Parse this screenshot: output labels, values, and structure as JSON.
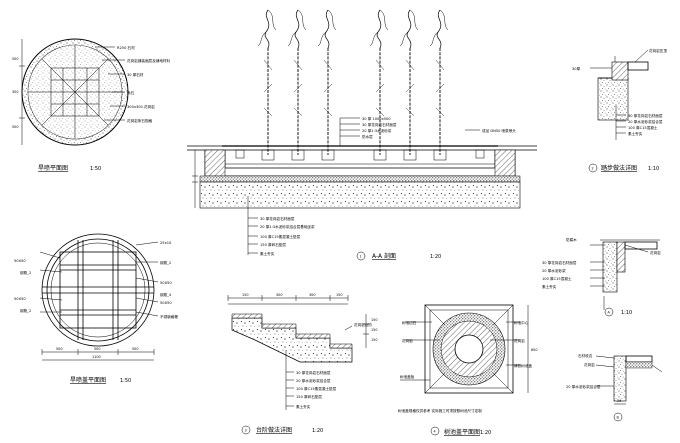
{
  "drawings": {
    "plan_tree_pool": {
      "title": "旱喷平面图",
      "scale": "1:50",
      "dims": [
        "500",
        "300",
        "500"
      ],
      "notes": [
        "R250 石材",
        "花岗岩铺装面层及铺地材料",
        "30 厚石材",
        "砾石",
        "300x300 花岗岩",
        "花岗岩条石规格"
      ]
    },
    "plan_grate": {
      "title": "旱喷盖平面图",
      "scale": "1:50",
      "dims": [
        "500",
        "500",
        "500",
        "1100"
      ],
      "notes_left": [
        "50X50",
        "钢筋_2",
        "50X50",
        "钢筋_2"
      ],
      "notes_right": [
        "25x10",
        "钢筋_2",
        "50X50",
        "钢筋_4",
        "50X50",
        "不锈钢格栅"
      ]
    },
    "section_aa": {
      "marker": "1",
      "title": "A-A 剖面",
      "scale": "1:20",
      "notes_top": [
        "30 厚 1000x500",
        "30 厚花岗岩石材面层",
        "20 厚1:3水泥砂浆",
        "防水层"
      ],
      "note_pipe": "成品 DN50 喷泉喷头",
      "notes_bottom": [
        "30 厚花岗岩石材面层",
        "20 厚1:3水泥砂浆结合层基础坐浆",
        "100 厚C15素混凝土垫层",
        "150 厚碎石垫层",
        "素土夯实"
      ]
    },
    "detail_edge": {
      "marker": "2",
      "title": "踏步做法详图",
      "scale": "1:10",
      "notes": [
        "花岗岩压顶",
        "30厚",
        "30 厚花岗岩石材面层",
        "20 厚水泥砂浆结合层",
        "100 厚C15混凝土",
        "素土夯实"
      ]
    },
    "detail_step": {
      "marker": "3",
      "title": "台阶做法详图",
      "scale": "1:20",
      "dims": [
        "150",
        "300",
        "300",
        "150"
      ],
      "rise": [
        "150",
        "150",
        "150"
      ],
      "notes": [
        "30 厚花岗岩石材面层",
        "20 厚水泥砂浆结合层",
        "100 厚C15素混凝土垫层",
        "150 厚碎石垫层",
        "素土夯实"
      ],
      "label_right": "花岗岩台阶"
    },
    "tree_grate": {
      "marker": "4",
      "title": "树池盖平面图",
      "scale": "1:20",
      "notes_left": [
        "树池边石",
        "花岗岩",
        "树池盖板"
      ],
      "notes_right": [
        "树池中心",
        "花岗岩",
        "铸铁树池盖"
      ],
      "dim": "800",
      "footnote": "树池盖规格仅供参考 实际施工时须按照树池尺寸定制"
    },
    "detail_a": {
      "marker": "A",
      "scale": "1:10",
      "notes": [
        "花岗岩",
        "30 厚花岗岩石材面层",
        "20 厚水泥砂浆",
        "100 厚C15混凝土",
        "素土夯实"
      ],
      "label_top": "防腐木"
    },
    "detail_b": {
      "marker": "B",
      "notes": [
        "石材收边",
        "花岗岩",
        "20 厚水泥砂浆结合层"
      ],
      "dim": "20"
    }
  }
}
